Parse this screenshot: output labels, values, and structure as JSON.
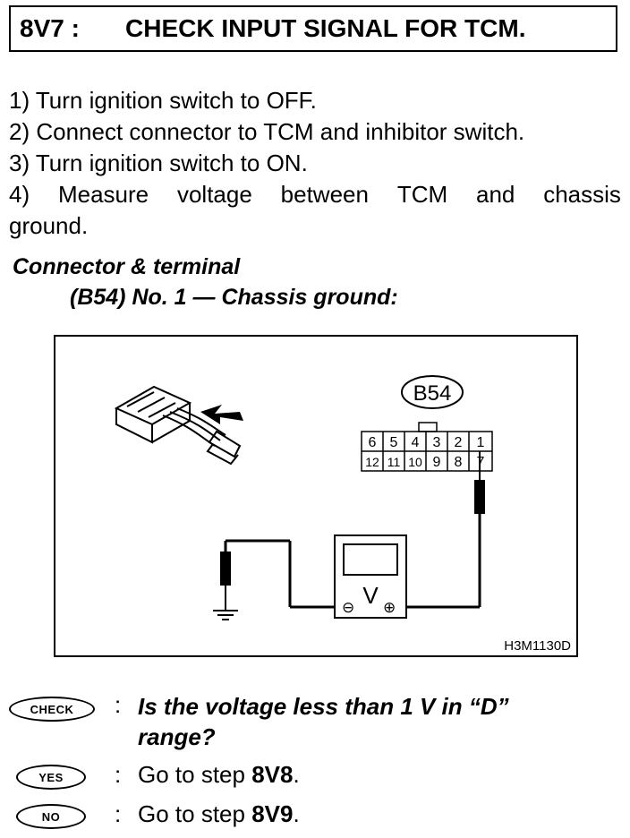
{
  "header": {
    "code": "8V7 :",
    "title": "CHECK INPUT SIGNAL FOR TCM."
  },
  "steps": [
    "1) Turn ignition switch to OFF.",
    "2) Connect connector to TCM and inhibitor switch.",
    "3) Turn ignition switch to ON.",
    [
      "4)",
      "Measure",
      "voltage",
      "between",
      "TCM",
      "and",
      "chassis"
    ],
    "ground."
  ],
  "connector": {
    "heading": "Connector & terminal",
    "sub": "(B54) No. 1 — Chassis ground:"
  },
  "figure": {
    "connector_label": "B54",
    "pins_top": [
      "6",
      "5",
      "4",
      "3",
      "2",
      "1"
    ],
    "pins_bottom": [
      "12",
      "11",
      "10",
      "9",
      "8",
      "7"
    ],
    "meter_label": "V",
    "meter_minus": "⊖",
    "meter_plus": "⊕",
    "figure_code": "H3M1130D"
  },
  "qa": {
    "check_badge": "CHECK",
    "yes_badge": "YES",
    "no_badge": "NO",
    "colon": ":",
    "question_line1": "Is the voltage less than 1 V in “D”",
    "question_line2": "range?",
    "yes_prefix": "Go to step ",
    "yes_step": "8V8",
    "yes_suffix": ".",
    "no_prefix": "Go to step ",
    "no_step": "8V9",
    "no_suffix": "."
  }
}
